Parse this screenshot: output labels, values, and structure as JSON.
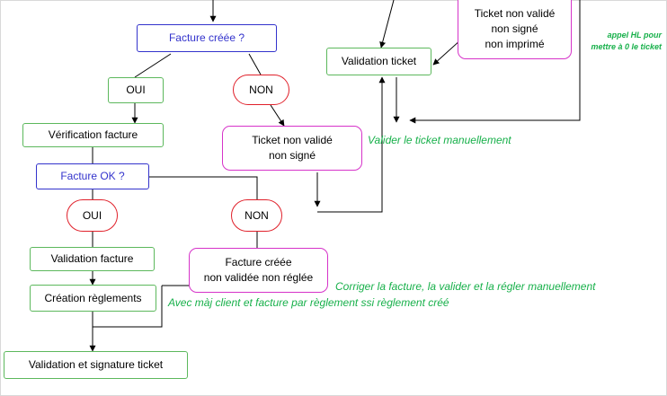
{
  "nodes": {
    "facture_creee": "Facture créée ?",
    "oui_1": "OUI",
    "non_1": "NON",
    "verification_facture": "Vérification facture",
    "facture_ok": "Facture OK ?",
    "oui_2": "OUI",
    "non_2": "NON",
    "ticket_non_valide_non_signe": "Ticket non validé\nnon signé",
    "validation_facture": "Validation facture",
    "facture_creee_non_validee": "Facture créée\nnon validée non réglée",
    "creation_reglements": "Création règlements",
    "validation_signature_ticket": "Validation et signature ticket",
    "validation_ticket": "Validation ticket",
    "ticket_non_valide_non_signe_non_imprime": "Ticket non validé\nnon signé\nnon imprimé"
  },
  "notes": {
    "valider_ticket": "Valider le ticket manuellement",
    "corriger_facture": "Corriger la facture, la valider et la régler manuellement",
    "maj_client": "Avec màj client et facture par règlement ssi règlement créé",
    "appel_hl": "appel HL pour\nmettre à 0 le ticket"
  },
  "colors": {
    "question": "#3333cc",
    "action": "#5cb85c",
    "negative": "#e0202a",
    "state": "#d633c9",
    "note": "#17b04a",
    "connector": "#000000"
  }
}
